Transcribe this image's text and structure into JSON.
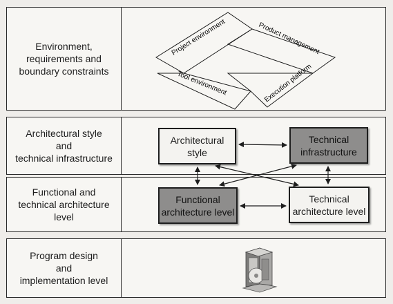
{
  "rows": [
    {
      "label_lines": [
        "Environment,",
        "requirements and",
        "boundary constraints"
      ]
    },
    {
      "label_lines": [
        "Architectural style",
        "and",
        "technical infrastructure"
      ]
    },
    {
      "label_lines": [
        "Functional and",
        "technical architecture",
        "level"
      ]
    },
    {
      "label_lines": [
        "Program design",
        "and",
        "implementation level"
      ]
    }
  ],
  "environment_quadrants": {
    "top_left": "Project environment",
    "top_right": "Product management",
    "bottom_left": "Tool environment",
    "bottom_right": "Execution platform"
  },
  "boxes": {
    "architectural_style": [
      "Architectural",
      "style"
    ],
    "technical_infrastructure": [
      "Technical",
      "infrastructure"
    ],
    "functional_architecture_level": [
      "Functional",
      "architecture level"
    ],
    "technical_architecture_level": [
      "Technical",
      "architecture level"
    ]
  },
  "colors": {
    "dark_box": "#8e8d8c",
    "light_box": "#f4f3f0",
    "lines": "#1e1e1e"
  },
  "icons": {
    "implementation": "software-package-icon"
  }
}
